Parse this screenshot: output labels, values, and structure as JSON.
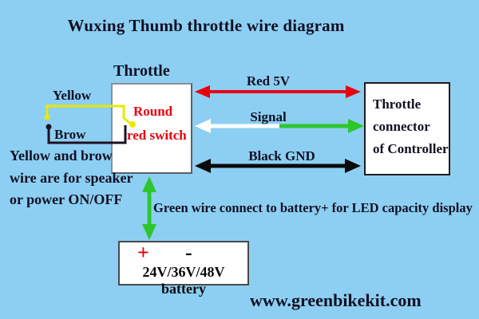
{
  "title": "Wuxing Thumb throttle wire diagram",
  "throttle": {
    "heading": "Throttle",
    "switch_label_line1": "Round",
    "switch_label_line2": "red switch"
  },
  "controller_box": {
    "lines": [
      "Throttle",
      "connector",
      "of Controller"
    ]
  },
  "wires": {
    "red": {
      "label": "Red 5V",
      "color": "#e8000d"
    },
    "signal": {
      "label": "Signal",
      "left_color": "#ffffff",
      "right_color": "#2dc72d"
    },
    "black_gnd": {
      "label": "Black GND",
      "color": "#0a0a0a"
    },
    "yellow": {
      "label": "Yellow",
      "color": "#e9e900"
    },
    "brown": {
      "label": "Brow",
      "color": "#1e1022"
    },
    "green_battery": {
      "color": "#2dc72d"
    }
  },
  "notes": {
    "speaker_note_lines": [
      "Yellow and brow",
      "wire are for speaker",
      "or power ON/OFF"
    ],
    "green_note": "Green wire connect to battery+ for LED capacity display"
  },
  "battery": {
    "plus": "+",
    "minus": "-",
    "label": "24V/36V/48V battery"
  },
  "footer": "www.greenbikekit.com",
  "colors": {
    "bg": "#8dcff2",
    "red": "#e8000d",
    "green": "#2dc72d",
    "yellow": "#e9e900",
    "brown": "#1e1022",
    "black": "#0a0a0a",
    "white": "#ffffff",
    "text": "#101024"
  }
}
